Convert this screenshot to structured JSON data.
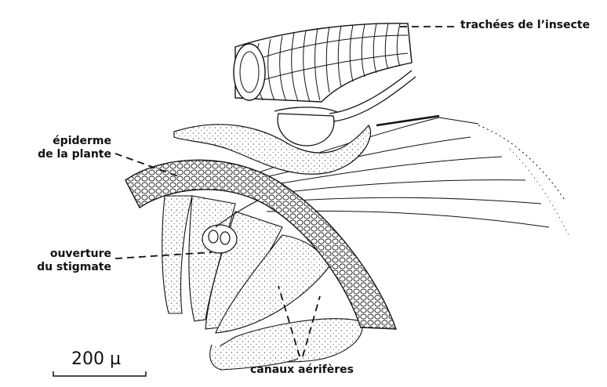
{
  "labels": {
    "tracheae": "trachées de l’insecte",
    "epidermis_line1": "épiderme",
    "epidermis_line2": "de la plante",
    "opening_line1": "ouverture",
    "opening_line2": "du stigmate",
    "canals": "canaux aérifères"
  },
  "scale_bar": {
    "label": "200 µ"
  },
  "colors": {
    "ink": "#111111",
    "background": "#ffffff"
  }
}
